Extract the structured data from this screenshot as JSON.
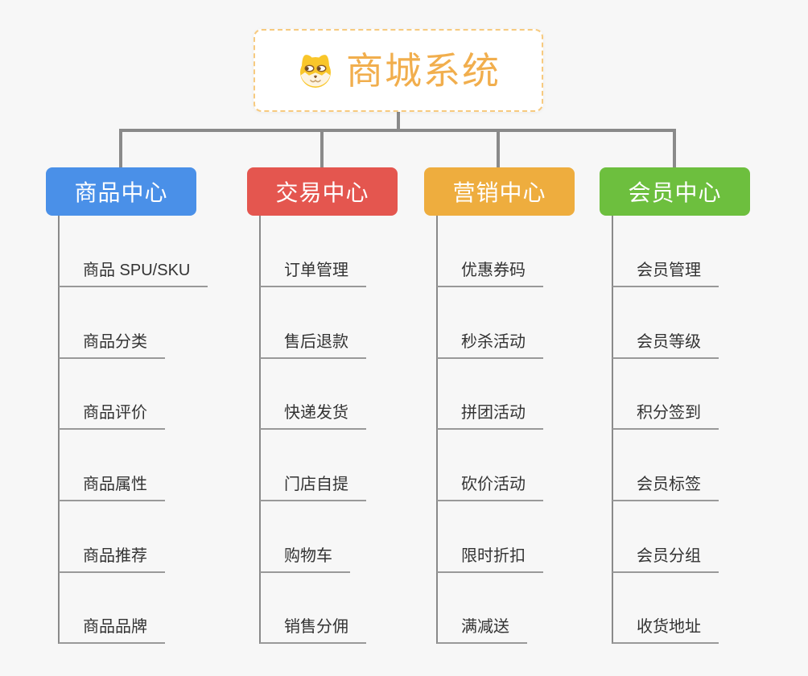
{
  "root": {
    "title": "商城系统",
    "icon": "dog-face-icon"
  },
  "colors": {
    "background": "#f7f7f7",
    "connector": "#8a8a8a",
    "item_underline": "#999999",
    "item_text": "#333333",
    "root_border": "#f7ca7f",
    "root_text": "#f1ae4d"
  },
  "branches": [
    {
      "label": "商品中心",
      "color": "#4a90e8",
      "items": [
        "商品 SPU/SKU",
        "商品分类",
        "商品评价",
        "商品属性",
        "商品推荐",
        "商品品牌"
      ]
    },
    {
      "label": "交易中心",
      "color": "#e4564f",
      "items": [
        "订单管理",
        "售后退款",
        "快递发货",
        "门店自提",
        "购物车",
        "销售分佣"
      ]
    },
    {
      "label": "营销中心",
      "color": "#eead3e",
      "items": [
        "优惠券码",
        "秒杀活动",
        "拼团活动",
        "砍价活动",
        "限时折扣",
        "满减送"
      ]
    },
    {
      "label": "会员中心",
      "color": "#6dbf3e",
      "items": [
        "会员管理",
        "会员等级",
        "积分签到",
        "会员标签",
        "会员分组",
        "收货地址"
      ]
    }
  ]
}
